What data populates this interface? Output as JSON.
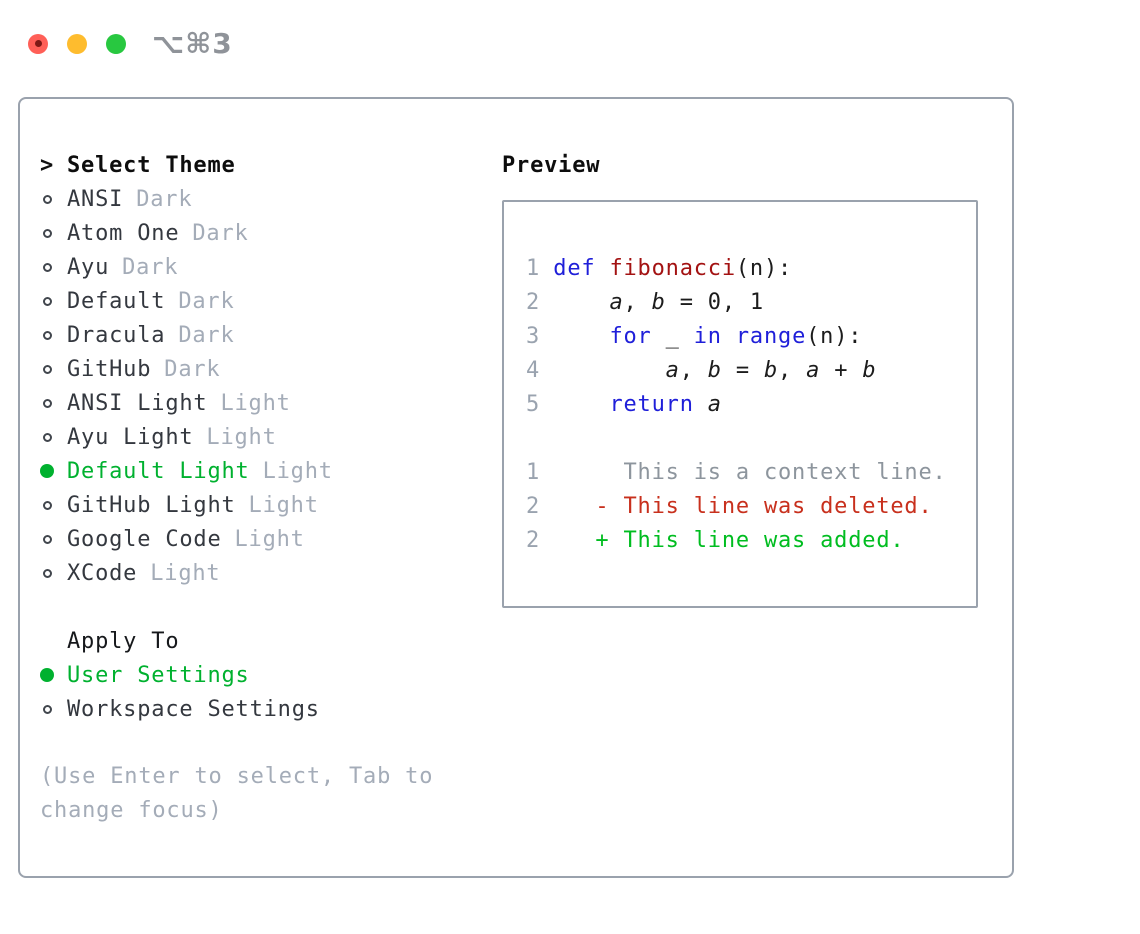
{
  "window": {
    "title": "⌥⌘3",
    "traffic_lights": [
      "close",
      "minimize",
      "zoom"
    ]
  },
  "colors": {
    "accent_green": "#00b12f",
    "panel_border": "#9aa2ad",
    "muted_text": "#a4acb8",
    "item_text": "#34383f",
    "keyword_blue": "#1f1fd9",
    "function_red": "#a31212",
    "diff_deleted_red": "#c8301d",
    "diff_added_green": "#00bd20",
    "line_number_gray": "#9aa3af",
    "traffic_red": "#ff5f57",
    "traffic_yellow": "#febc2e",
    "traffic_green": "#28c840"
  },
  "theme_panel": {
    "header": {
      "marker": ">",
      "label": "Select Theme"
    },
    "themes": [
      {
        "name": "ANSI",
        "variant": "Dark",
        "selected": false
      },
      {
        "name": "Atom One",
        "variant": "Dark",
        "selected": false
      },
      {
        "name": "Ayu",
        "variant": "Dark",
        "selected": false
      },
      {
        "name": "Default",
        "variant": "Dark",
        "selected": false
      },
      {
        "name": "Dracula",
        "variant": "Dark",
        "selected": false
      },
      {
        "name": "GitHub",
        "variant": "Dark",
        "selected": false
      },
      {
        "name": "ANSI Light",
        "variant": "Light",
        "selected": false
      },
      {
        "name": "Ayu Light",
        "variant": "Light",
        "selected": false
      },
      {
        "name": "Default Light",
        "variant": "Light",
        "selected": true
      },
      {
        "name": "GitHub Light",
        "variant": "Light",
        "selected": false
      },
      {
        "name": "Google Code",
        "variant": "Light",
        "selected": false
      },
      {
        "name": "XCode",
        "variant": "Light",
        "selected": false
      }
    ],
    "apply_to": {
      "label": "Apply To",
      "options": [
        {
          "name": "User Settings",
          "selected": true
        },
        {
          "name": "Workspace Settings",
          "selected": false
        }
      ]
    },
    "help_text": "(Use Enter to select, Tab to change focus)"
  },
  "preview": {
    "label": "Preview",
    "code_lines": [
      {
        "num": "1",
        "tokens": [
          {
            "c": "kw",
            "t": "def"
          },
          {
            "c": "pl",
            "t": " "
          },
          {
            "c": "fn",
            "t": "fibonacci"
          },
          {
            "c": "pl",
            "t": "(n):"
          }
        ]
      },
      {
        "num": "2",
        "tokens": [
          {
            "c": "pl",
            "t": "    "
          },
          {
            "c": "var",
            "t": "a"
          },
          {
            "c": "pl",
            "t": ", "
          },
          {
            "c": "var",
            "t": "b"
          },
          {
            "c": "pl",
            "t": " = 0, 1"
          }
        ]
      },
      {
        "num": "3",
        "tokens": [
          {
            "c": "pl",
            "t": "    "
          },
          {
            "c": "kw",
            "t": "for"
          },
          {
            "c": "pl",
            "t": " _ "
          },
          {
            "c": "kw",
            "t": "in"
          },
          {
            "c": "pl",
            "t": " "
          },
          {
            "c": "kw",
            "t": "range"
          },
          {
            "c": "pl",
            "t": "(n):"
          }
        ]
      },
      {
        "num": "4",
        "tokens": [
          {
            "c": "pl",
            "t": "        "
          },
          {
            "c": "var",
            "t": "a"
          },
          {
            "c": "pl",
            "t": ", "
          },
          {
            "c": "var",
            "t": "b"
          },
          {
            "c": "pl",
            "t": " = "
          },
          {
            "c": "var",
            "t": "b"
          },
          {
            "c": "pl",
            "t": ", "
          },
          {
            "c": "var",
            "t": "a"
          },
          {
            "c": "pl",
            "t": " + "
          },
          {
            "c": "var",
            "t": "b"
          }
        ]
      },
      {
        "num": "5",
        "tokens": [
          {
            "c": "pl",
            "t": "    "
          },
          {
            "c": "kw",
            "t": "return"
          },
          {
            "c": "pl",
            "t": " "
          },
          {
            "c": "var",
            "t": "a"
          }
        ]
      }
    ],
    "diff_lines": [
      {
        "num": "1",
        "type": "context",
        "text": "     This is a context line."
      },
      {
        "num": "2",
        "type": "deleted",
        "text": "   - This line was deleted."
      },
      {
        "num": "2",
        "type": "added",
        "text": "   + This line was added."
      }
    ]
  }
}
